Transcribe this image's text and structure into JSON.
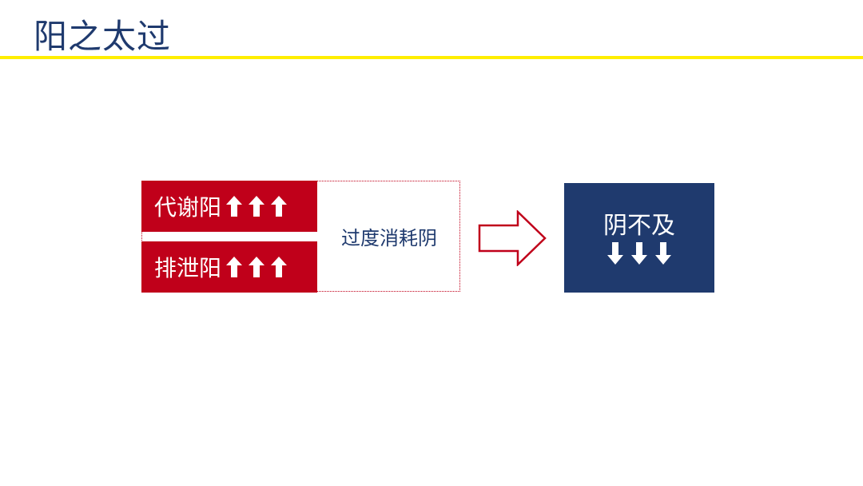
{
  "slide": {
    "title": "阳之太过",
    "accent_colors": {
      "navy": "#1f3a6e",
      "red": "#c0001a",
      "yellow": "#ffee00"
    }
  },
  "diagram": {
    "left_group": {
      "items": [
        {
          "label": "代谢阳",
          "arrows": "up",
          "arrow_count": 3
        },
        {
          "label": "排泄阳",
          "arrows": "up",
          "arrow_count": 3
        }
      ],
      "side_label": "过度消耗阴"
    },
    "connector": {
      "icon": "right-arrow-icon"
    },
    "result": {
      "label": "阴不及",
      "arrows": "down",
      "arrow_count": 3
    }
  }
}
